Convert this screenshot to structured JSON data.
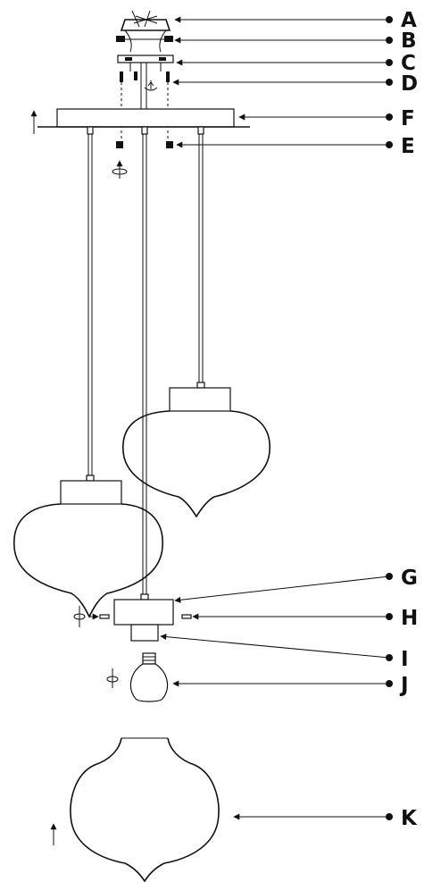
{
  "labels": [
    "A",
    "B",
    "C",
    "D",
    "F",
    "E",
    "G",
    "H",
    "I",
    "J",
    "K"
  ],
  "colors": {
    "line": "#111111",
    "background": "#ffffff"
  }
}
